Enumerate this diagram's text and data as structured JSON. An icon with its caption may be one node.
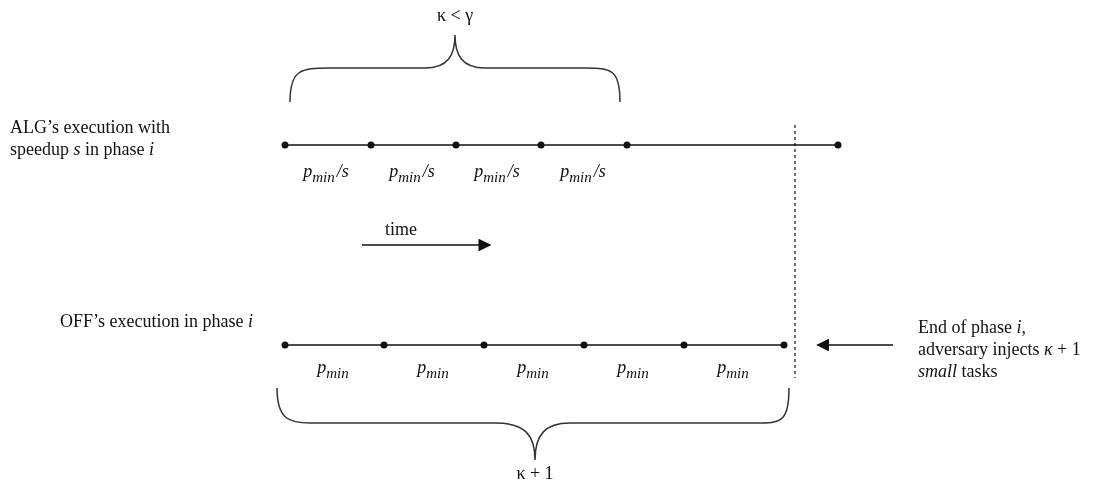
{
  "diagram": {
    "nodes": [
      {
        "text": [
          "End of phase *i*, adversary injects *κ* + 1 *small* tasks"
        ]
      },
      {
        "text": [],
        "shape": "circle"
      }
    ],
    "edges": [
      {
        "from": 0,
        "to": 1,
        "arrow": "to"
      }
    ],
    "labels": [
      "κ < γ",
      "ALG’s execution with speedup *s* in phase *i*",
      "p$_{min}$/s",
      "p$_{min}$/s",
      "p$_{min}$/s",
      "p$_{min}$/s",
      "time",
      "OFF’s execution in phase *i*",
      "p$_{min}$",
      "p$_{min}$",
      "p$_{min}$",
      "p$_{min}$",
      "p$_{min}$",
      "κ + 1"
    ]
  }
}
